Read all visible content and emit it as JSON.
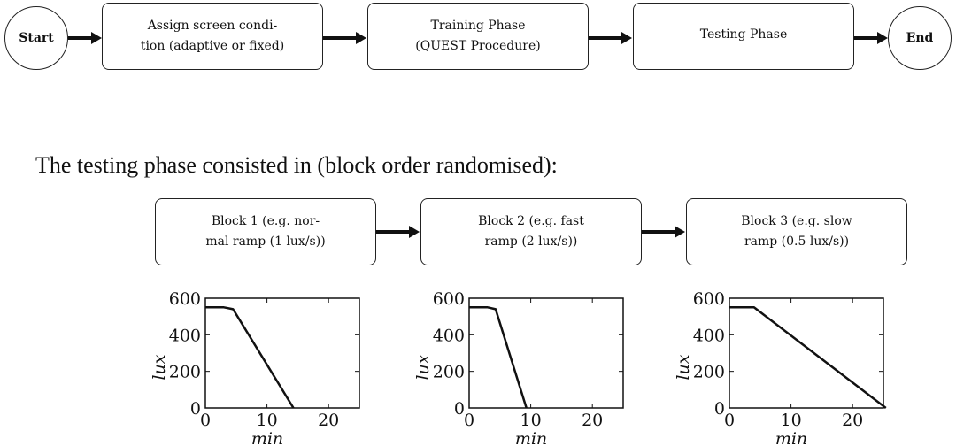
{
  "flow": {
    "start": "Start",
    "end": "End",
    "steps": [
      {
        "line1": "Assign screen condi-",
        "line2": "tion (adaptive or fixed)"
      },
      {
        "line1": "Training Phase",
        "line2": "(QUEST Procedure)"
      },
      {
        "line1": "Testing Phase",
        "line2": ""
      }
    ]
  },
  "heading": "The testing phase consisted in (block order randomised):",
  "blocks": [
    {
      "line1": "Block 1 (e.g. nor-",
      "line2": "mal ramp (1 lux/s))"
    },
    {
      "line1": "Block 2 (e.g. fast",
      "line2": "ramp (2 lux/s))"
    },
    {
      "line1": "Block 3 (e.g. slow",
      "line2": "ramp (0.5 lux/s))"
    }
  ],
  "chart_data": [
    {
      "type": "line",
      "xlabel": "min",
      "ylabel": "lux",
      "xlim": [
        0,
        25
      ],
      "ylim": [
        0,
        600
      ],
      "xticks": [
        "0",
        "10",
        "20"
      ],
      "yticks": [
        "0",
        "200",
        "400",
        "600"
      ],
      "series": [
        {
          "x": [
            0,
            3,
            4.5,
            14.3
          ],
          "y": [
            550,
            550,
            540,
            0
          ]
        }
      ]
    },
    {
      "type": "line",
      "xlabel": "min",
      "ylabel": "lux",
      "xlim": [
        0,
        25
      ],
      "ylim": [
        0,
        600
      ],
      "xticks": [
        "0",
        "10",
        "20"
      ],
      "yticks": [
        "0",
        "200",
        "400",
        "600"
      ],
      "series": [
        {
          "x": [
            0,
            3,
            4.3,
            9.3
          ],
          "y": [
            550,
            550,
            540,
            0
          ]
        }
      ]
    },
    {
      "type": "line",
      "xlabel": "min",
      "ylabel": "lux",
      "xlim": [
        0,
        25
      ],
      "ylim": [
        0,
        600
      ],
      "xticks": [
        "0",
        "10",
        "20"
      ],
      "yticks": [
        "0",
        "200",
        "400",
        "600"
      ],
      "series": [
        {
          "x": [
            0,
            4,
            25.4
          ],
          "y": [
            550,
            550,
            0
          ]
        }
      ]
    }
  ]
}
